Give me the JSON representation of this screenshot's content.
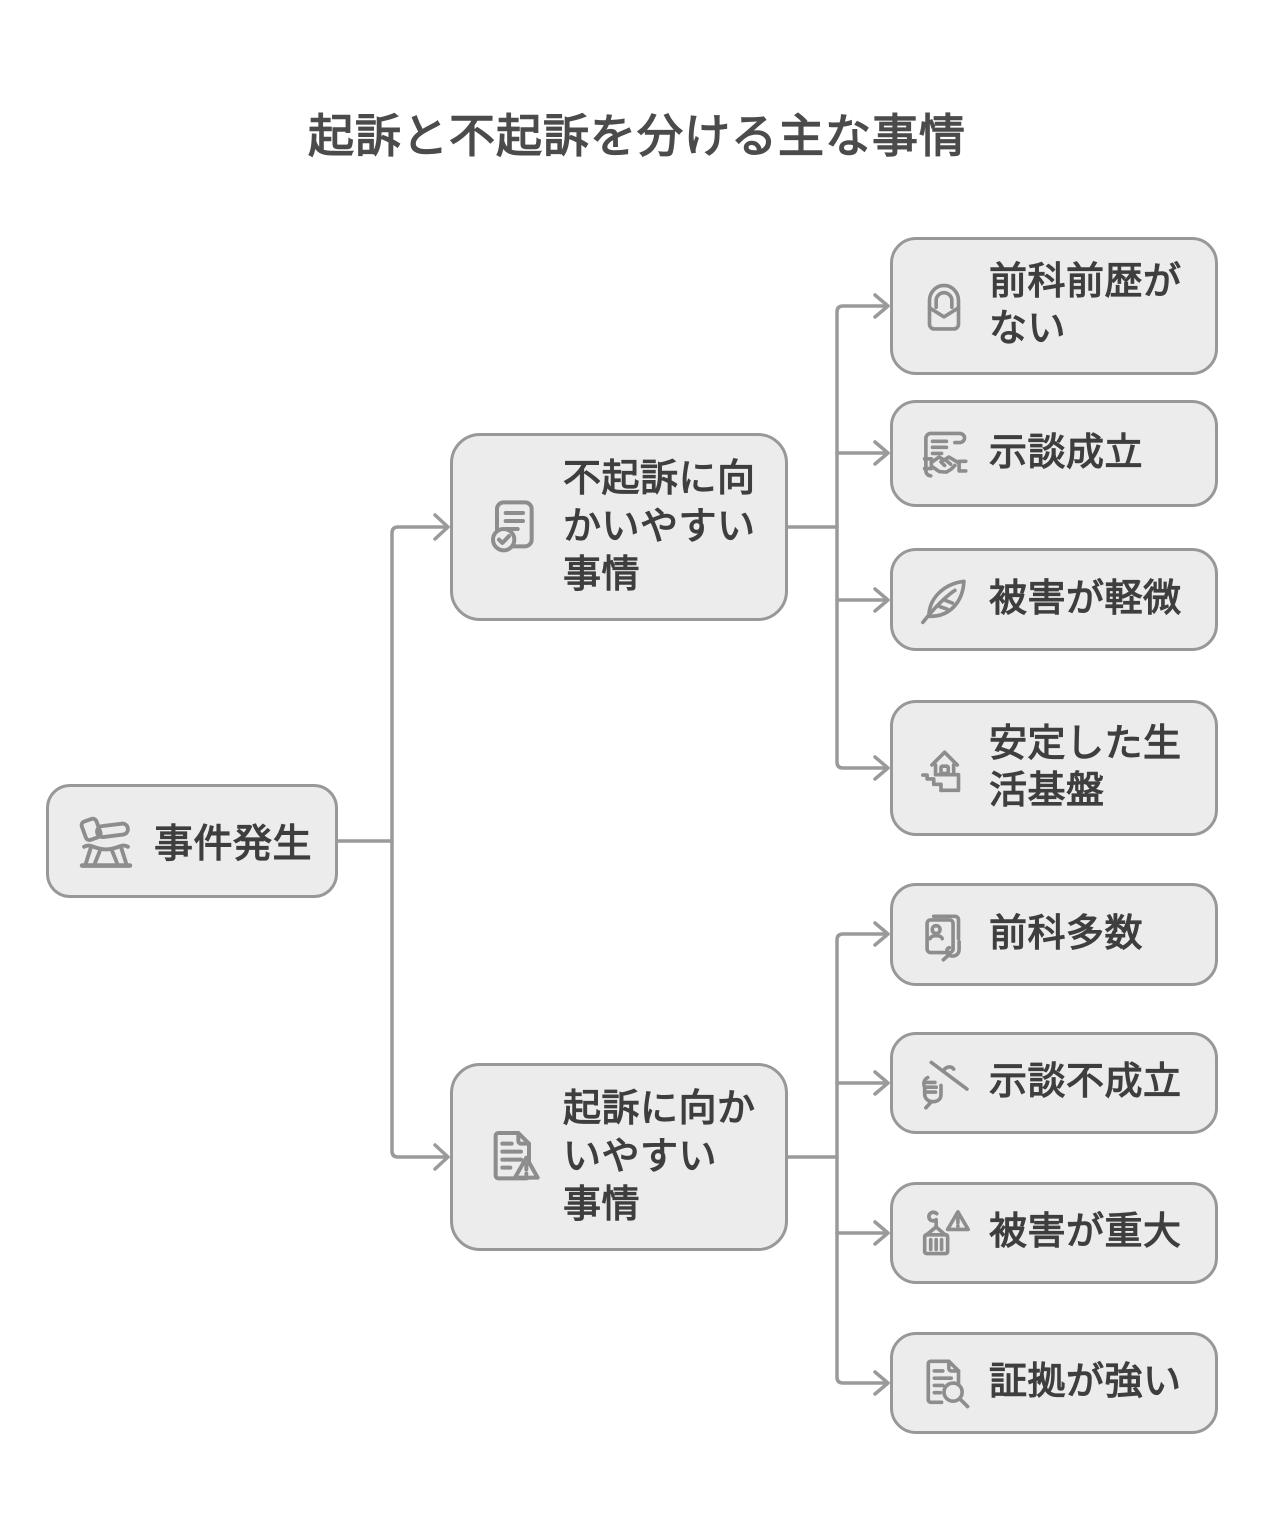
{
  "title": "起訴と不起訴を分ける主な事情",
  "root": {
    "label": "事件発生",
    "icon": "gavel-icon"
  },
  "branches": [
    {
      "label": "不起訴に向\nかいやすい\n事情",
      "icon": "document-check-icon",
      "children": [
        {
          "label": "前科前歴が\nない",
          "icon": "clean-record-icon"
        },
        {
          "label": "示談成立",
          "icon": "contract-handshake-icon"
        },
        {
          "label": "被害が軽微",
          "icon": "feather-icon"
        },
        {
          "label": "安定した生\n活基盤",
          "icon": "house-foundation-icon"
        }
      ]
    },
    {
      "label": "起訴に向か\nいやすい\n事情",
      "icon": "document-warning-icon",
      "children": [
        {
          "label": "前科多数",
          "icon": "id-card-icon"
        },
        {
          "label": "示談不成立",
          "icon": "broken-handshake-icon"
        },
        {
          "label": "被害が重大",
          "icon": "crane-load-warning-icon"
        },
        {
          "label": "証拠が強い",
          "icon": "document-search-icon"
        }
      ]
    }
  ],
  "colors": {
    "box_fill": "#ececec",
    "box_border": "#989898",
    "connector": "#9a9a9a",
    "text": "#3e3e3e",
    "title": "#4b4b4b",
    "icon": "#8d8d8d"
  }
}
